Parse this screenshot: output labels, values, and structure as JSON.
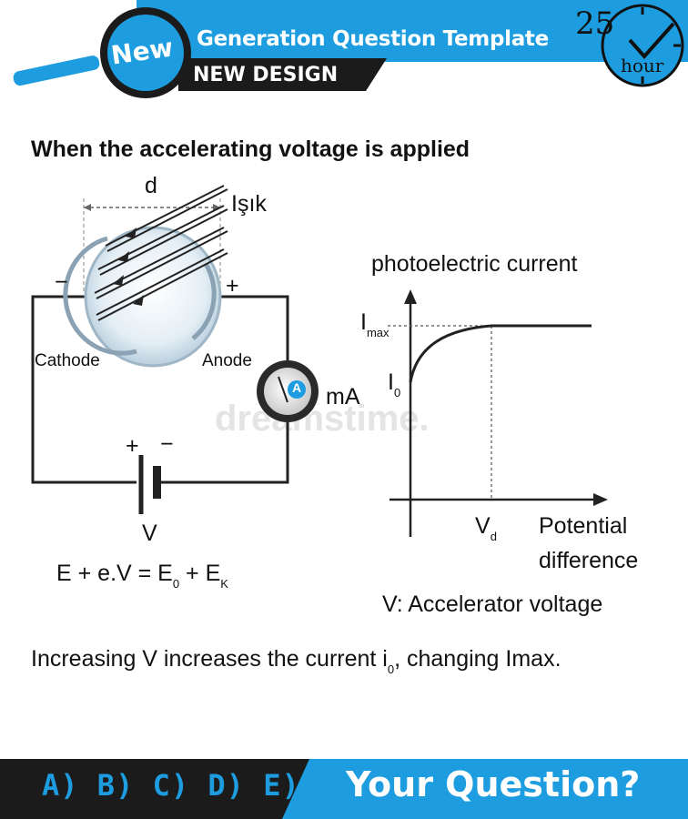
{
  "header": {
    "badge": "New",
    "title": "Generation Question Template",
    "subtitle": "NEW DESIGN",
    "clock_number": "25",
    "clock_unit": "hour"
  },
  "heading": "When the accelerating voltage is applied",
  "circuit": {
    "distance_label": "d",
    "light_label": "Işık",
    "minus_top": "−",
    "plus_top": "+",
    "cathode": "Cathode",
    "anode": "Anode",
    "ammeter_unit": "mA",
    "ammeter_symbol": "A",
    "battery_plus": "+",
    "battery_minus": "−",
    "voltage_label": "V"
  },
  "graph": {
    "y_title": "photoelectric current",
    "imax": "I",
    "imax_sub": "max",
    "i0": "I",
    "i0_sub": "0",
    "vd": "V",
    "vd_sub": "d",
    "x_title_1": "Potential",
    "x_title_2": "difference"
  },
  "equation": {
    "part1": "E + e.V = E",
    "sub1": "0",
    "part2": " + E",
    "sub2": "K"
  },
  "note": "V: Accelerator voltage",
  "statement": {
    "before": "Increasing V increases the current i",
    "sub": "0",
    "after": ", changing Imax."
  },
  "watermark": "dreamstime.",
  "footer": {
    "answers": "A) B) C) D) E)",
    "question": "Your Question?"
  },
  "colors": {
    "accent": "#1d9de0",
    "dark": "#1b1b1b"
  }
}
